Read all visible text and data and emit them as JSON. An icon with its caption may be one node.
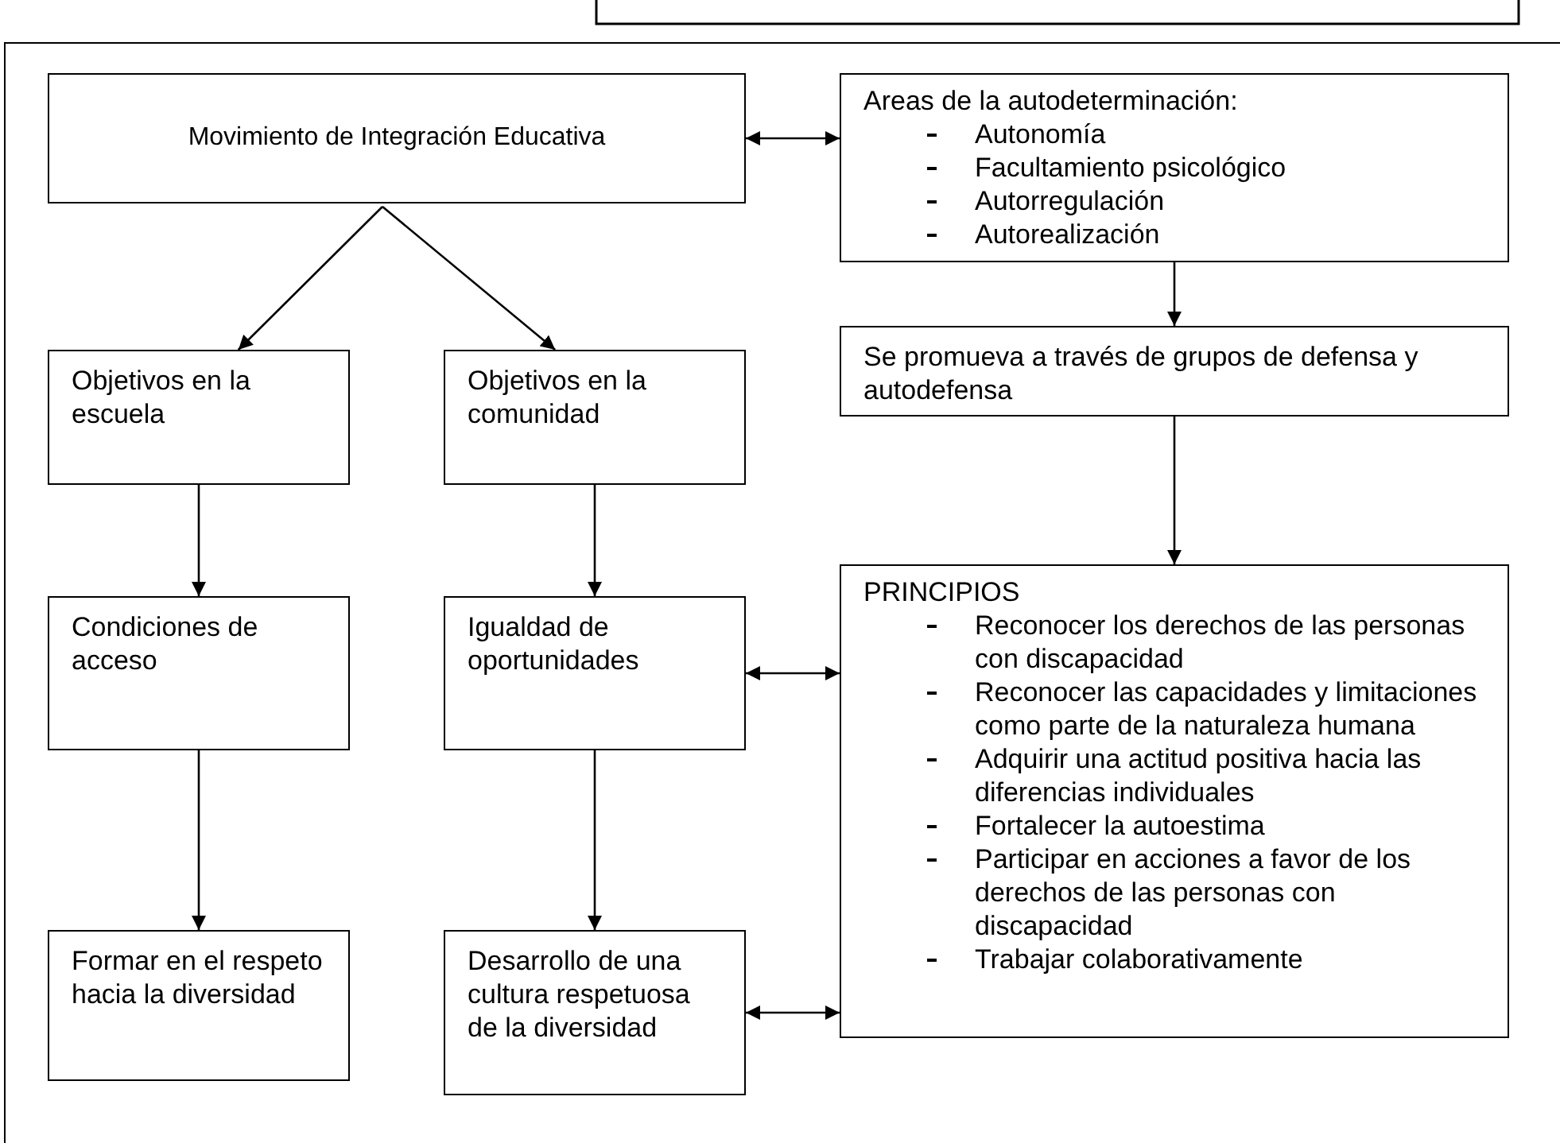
{
  "diagram": {
    "nodes": [
      {
        "text": [
          "Movimiento de Integración Educativa"
        ]
      },
      {
        "text": [
          "Areas de la autodeterminación:",
          "Autonomía",
          "Facultamiento psicológico",
          "Autorregulación",
          "Autorealización"
        ]
      },
      {
        "text": [
          "Objetivos en la escuela"
        ]
      },
      {
        "text": [
          "Objetivos en la comunidad"
        ]
      },
      {
        "text": [
          "Se promueva a través de grupos de defensa y autodefensa"
        ]
      },
      {
        "text": [
          "Condiciones de acceso"
        ]
      },
      {
        "text": [
          "Igualdad de oportunidades"
        ]
      },
      {
        "text": [
          "PRINCIPIOS",
          "Reconocer los derechos de las personas con discapacidad",
          "Reconocer las capacidades y limitaciones como parte de la naturaleza humana",
          "Adquirir una actitud positiva hacia las diferencias individuales",
          "Fortalecer la autoestima",
          "Participar en acciones a favor de los derechos de las personas con discapacidad",
          "Trabajar colaborativamente"
        ]
      },
      {
        "text": [
          "Formar en el respeto hacia la diversidad"
        ]
      },
      {
        "text": [
          "Desarrollo de una cultura respetuosa de la diversidad"
        ]
      }
    ],
    "edges": [
      {
        "from": 0,
        "to": 1,
        "arrow": "both"
      },
      {
        "from": 0,
        "to": 2,
        "arrow": "to"
      },
      {
        "from": 0,
        "to": 3,
        "arrow": "to"
      },
      {
        "from": 1,
        "to": 4,
        "arrow": "to"
      },
      {
        "from": 2,
        "to": 5,
        "arrow": "to"
      },
      {
        "from": 3,
        "to": 6,
        "arrow": "to"
      },
      {
        "from": 5,
        "to": 8,
        "arrow": "to"
      },
      {
        "from": 6,
        "to": 9,
        "arrow": "to"
      },
      {
        "from": 4,
        "to": 7,
        "arrow": "to"
      },
      {
        "from": 6,
        "to": 7,
        "arrow": "both"
      },
      {
        "from": 9,
        "to": 7,
        "arrow": "both"
      }
    ]
  }
}
